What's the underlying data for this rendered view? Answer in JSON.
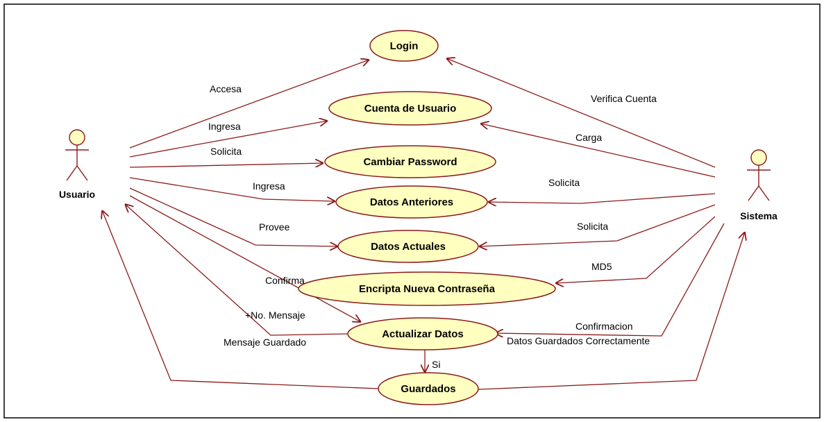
{
  "actors": {
    "usuario": "Usuario",
    "sistema": "Sistema"
  },
  "use_cases": {
    "login": "Login",
    "cuenta": "Cuenta de Usuario",
    "cambiar_password": "Cambiar Password",
    "datos_anteriores": "Datos Anteriores",
    "datos_actuales": "Datos Actuales",
    "encripta": "Encripta Nueva Contraseña",
    "actualizar": "Actualizar Datos",
    "guardados": "Guardados"
  },
  "edge_labels": {
    "accesa": "Accesa",
    "ingresa_cuenta": "Ingresa",
    "solicita_password": "Solicita",
    "ingresa_anteriores": "Ingresa",
    "provee": "Provee",
    "confirma": "Confirma",
    "no_mensaje": "+No. Mensaje",
    "mensaje_guardado": "Mensaje Guardado",
    "si": "Si",
    "verifica_cuenta": "Verifica Cuenta",
    "carga": "Carga",
    "solicita_anteriores": "Solicita",
    "solicita_actuales": "Solicita",
    "md5": "MD5",
    "confirmacion": "Confirmacion",
    "datos_guardados": "Datos Guardados Correctamente"
  },
  "colors": {
    "use_case_fill": "#ffffc0",
    "line": "#8b1a1a"
  }
}
